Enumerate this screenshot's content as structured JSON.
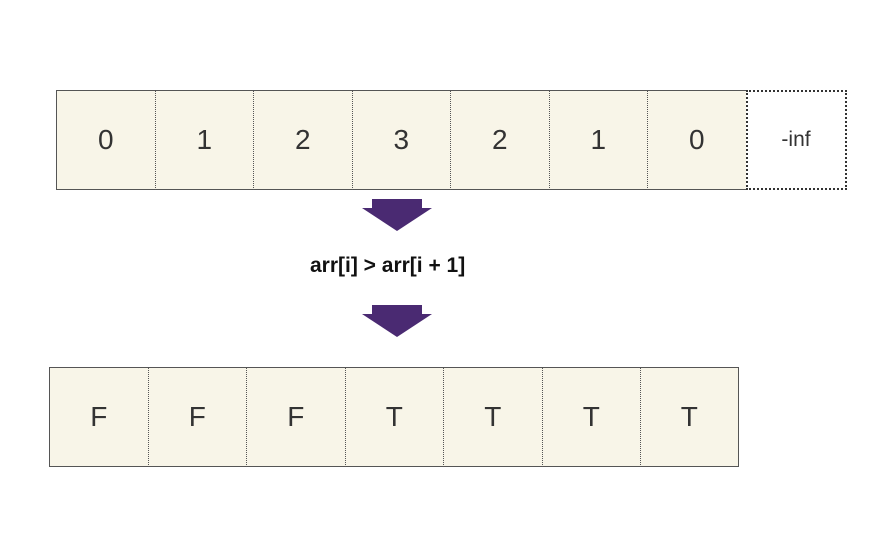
{
  "input_array": {
    "values": [
      "0",
      "1",
      "2",
      "3",
      "2",
      "1",
      "0"
    ],
    "sentinel": "-inf"
  },
  "condition": "arr[i] > arr[i + 1]",
  "output_array": {
    "values": [
      "F",
      "F",
      "F",
      "T",
      "T",
      "T",
      "T"
    ]
  },
  "colors": {
    "cell_fill": "#f8f5e8",
    "arrow": "#4a2a72",
    "border": "#555555"
  },
  "icons": [
    "arrow-down-icon",
    "arrow-down-icon"
  ]
}
